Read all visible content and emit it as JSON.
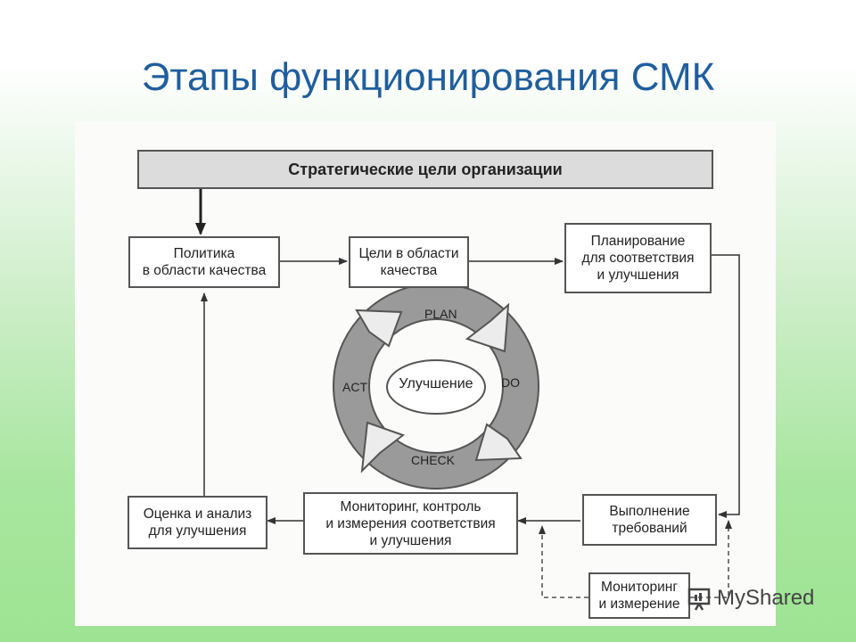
{
  "slide": {
    "title": "Этапы функционирования СМК"
  },
  "diagram": {
    "strategic_goals": "Стратегические цели организации",
    "quality_policy": "Политика\nв области качества",
    "quality_objectives": "Цели в области\nкачества",
    "planning": "Планирование\nдля соответствия\nи улучшения",
    "execution": "Выполнение\nтребований",
    "monitoring_control": "Мониторинг, контроль\nи измерения соответствия\nи улучшения",
    "evaluation": "Оценка и анализ\nдля улучшения",
    "monitoring_measurement": "Мониторинг\nи измерение",
    "cycle": {
      "plan": "PLAN",
      "do": "DO",
      "check": "CHECK",
      "act": "ACT",
      "center": "Улучшение"
    }
  },
  "watermark": {
    "text": "MyShared"
  }
}
